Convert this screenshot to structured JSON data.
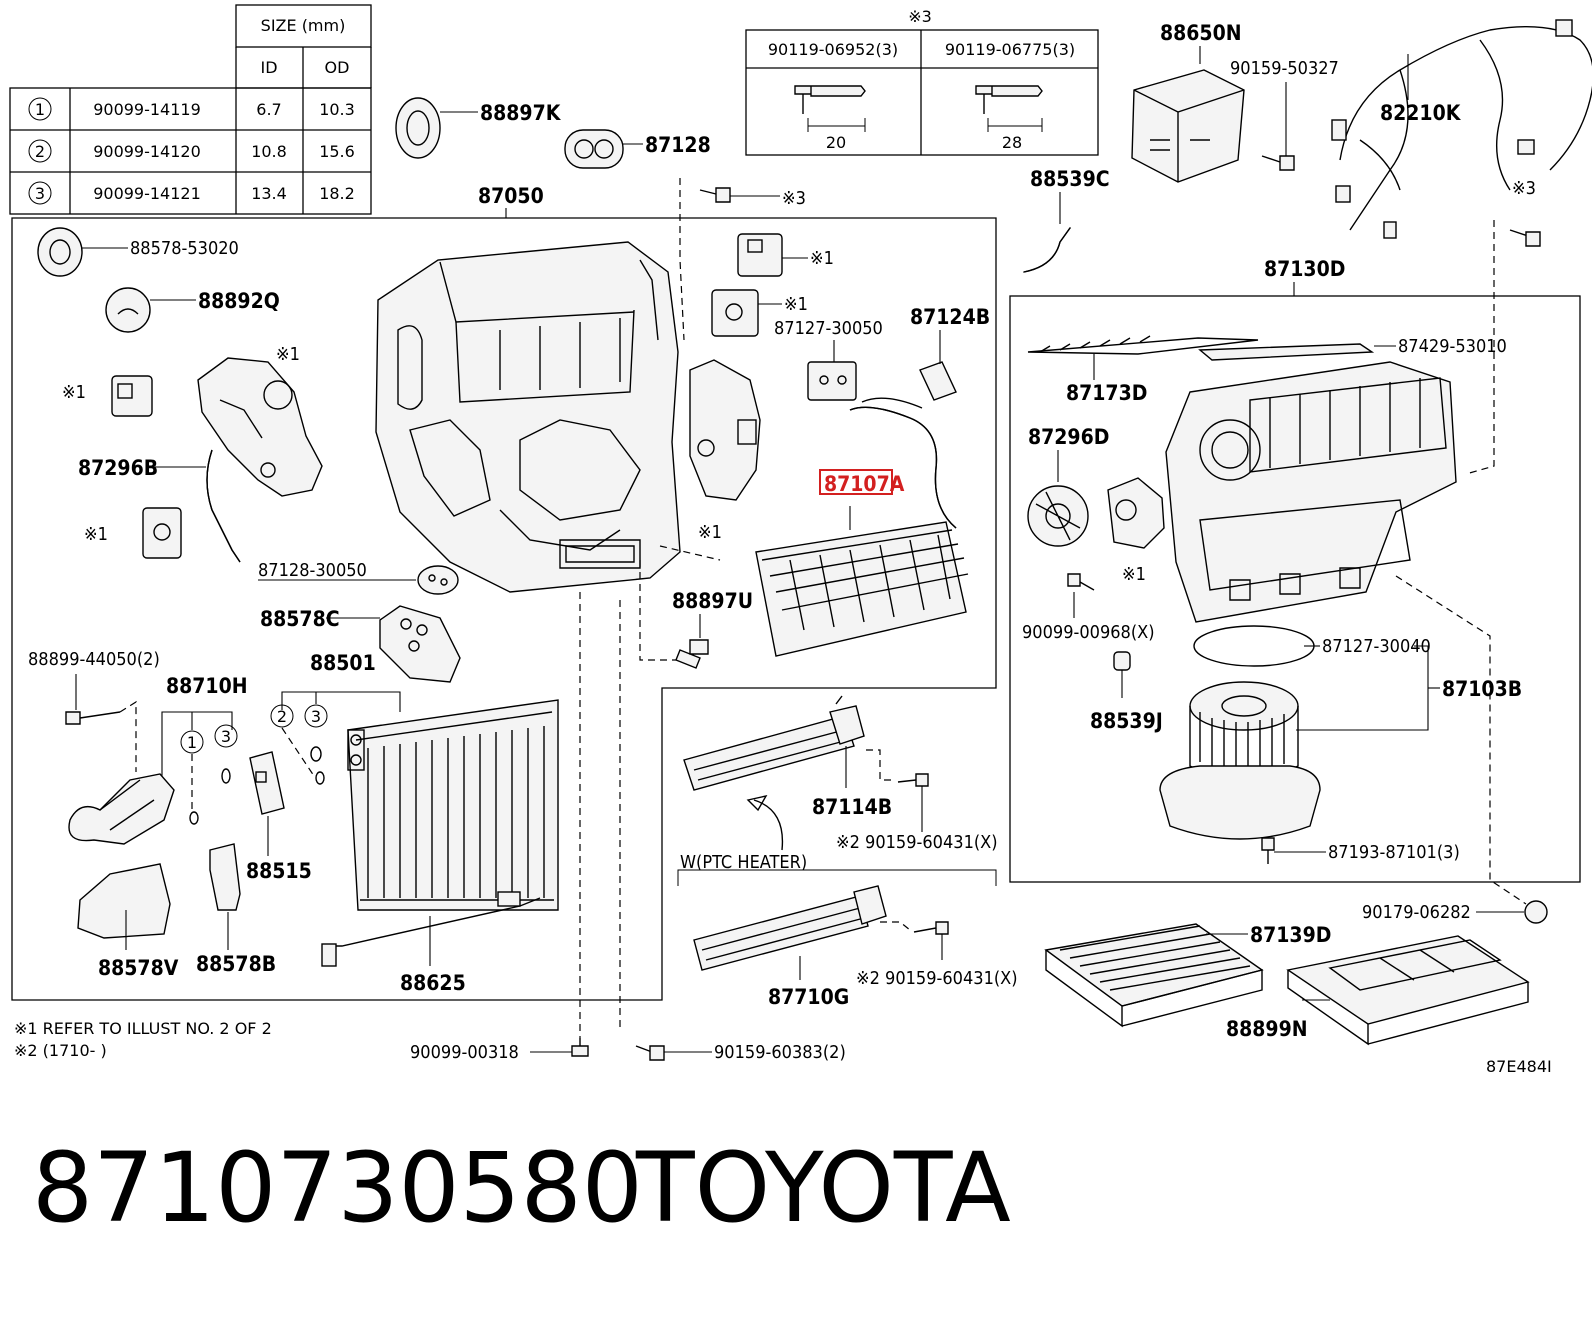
{
  "size_table": {
    "size_header": "SIZE (mm)",
    "id_header": "ID",
    "od_header": "OD",
    "rows": [
      {
        "mark": "1",
        "part": "90099-14119",
        "id": "6.7",
        "od": "10.3"
      },
      {
        "mark": "2",
        "part": "90099-14120",
        "id": "10.8",
        "od": "15.6"
      },
      {
        "mark": "3",
        "part": "90099-14121",
        "id": "13.4",
        "od": "18.2"
      }
    ]
  },
  "bolt_table": {
    "note": "※3",
    "columns": [
      {
        "part": "90119-06952(3)",
        "length": "20"
      },
      {
        "part": "90119-06775(3)",
        "length": "28"
      }
    ]
  },
  "labels": {
    "p88897K": "88897K",
    "p87128": "87128",
    "p87050": "87050",
    "p88578_53020": "88578-53020",
    "p88892Q": "88892Q",
    "p87296B": "87296B",
    "p87128_30050": "87128-30050",
    "p88578C": "88578C",
    "p88899_44050": "88899-44050(2)",
    "p88710H": "88710H",
    "p88501": "88501",
    "p88515": "88515",
    "p88578V": "88578V",
    "p88578B": "88578B",
    "p88625": "88625",
    "p87127_30050": "87127-30050",
    "p87124B": "87124B",
    "p87107A": "87107A",
    "p88897U": "88897U",
    "p88650N": "88650N",
    "p90159_50327": "90159-50327",
    "p82210K": "82210K",
    "p88539C": "88539C",
    "p87130D": "87130D",
    "p87429_53010": "87429-53010",
    "p87173D": "87173D",
    "p87296D": "87296D",
    "p90099_00968": "90099-00968(X)",
    "p88539J": "88539J",
    "p87127_30040": "87127-30040",
    "p87103B": "87103B",
    "p87193_87101": "87193-87101(3)",
    "p90179_06282": "90179-06282",
    "p87139D": "87139D",
    "p88899N": "88899N",
    "p87114B": "87114B",
    "p90159_60431_a": "※2 90159-60431(X)",
    "p90159_60431_b": "※2 90159-60431(X)",
    "p87710G": "87710G",
    "p90099_00318": "90099-00318",
    "p90159_60383": "90159-60383(2)",
    "ptc_heater": "W(PTC HEATER)",
    "ref1": "※1",
    "ref3": "※3",
    "diagram_code": "87E484I"
  },
  "notes": {
    "note1": "※1 REFER TO ILLUST NO. 2 OF 2",
    "note2": "※2 (1710-      )"
  },
  "footer": {
    "part_number": "8710730580",
    "brand": "TOYOTA"
  },
  "colors": {
    "highlight": "#d32020",
    "ink": "#000000",
    "background": "#ffffff"
  }
}
